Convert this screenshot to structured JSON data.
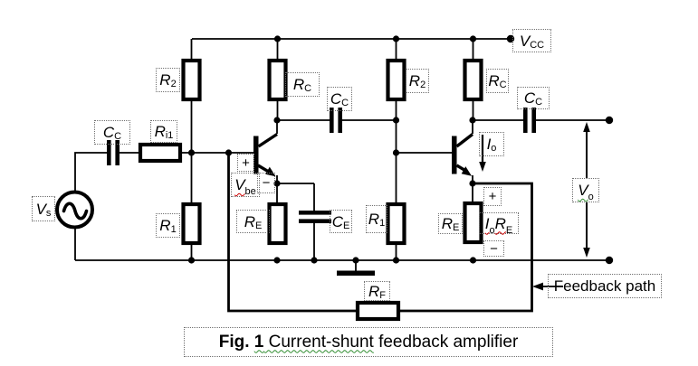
{
  "colors": {
    "ink": "#000000",
    "label_box_dots": "#707070",
    "squiggle_red": "#cc0000",
    "squiggle_green": "#2e8b2e"
  },
  "supply": {
    "vcc": {
      "main": "V",
      "sub": "CC"
    }
  },
  "source": {
    "vs": {
      "main": "V",
      "sub": "s"
    }
  },
  "components": {
    "cc_input": {
      "main": "C",
      "sub": "C"
    },
    "ri1": {
      "main": "R",
      "sub": "i1"
    },
    "r2_stage1": {
      "main": "R",
      "sub": "2"
    },
    "rc_stage1": {
      "main": "R",
      "sub": "C"
    },
    "cc_interstage": {
      "main": "C",
      "sub": "C"
    },
    "r2_stage2": {
      "main": "R",
      "sub": "2"
    },
    "rc_stage2": {
      "main": "R",
      "sub": "C"
    },
    "cc_output": {
      "main": "C",
      "sub": "C"
    },
    "r1_stage1": {
      "main": "R",
      "sub": "1"
    },
    "re_stage1": {
      "main": "R",
      "sub": "E"
    },
    "ce_bypass": {
      "main": "C",
      "sub": "E"
    },
    "r1_stage2": {
      "main": "R",
      "sub": "1"
    },
    "re_stage2": {
      "main": "R",
      "sub": "E"
    },
    "rf_feedback": {
      "main": "R",
      "sub": "F"
    }
  },
  "signals": {
    "vbe": {
      "main": "V",
      "sub": "be"
    },
    "io": {
      "main": "I",
      "sub": "o"
    },
    "io_re": {
      "main": "I",
      "sub": "o",
      "main2": "R",
      "sub2": "E"
    },
    "vo": {
      "main": "V",
      "sub": "o"
    }
  },
  "polarity": {
    "q1_plus": "+",
    "q1_minus": "−",
    "q2_plus": "+",
    "q2_minus": "−"
  },
  "annotations": {
    "feedback_path": "Feedback path"
  },
  "caption": {
    "fig": "Fig.",
    "num": "1",
    "subject": " Current-shunt",
    "rest": " feedback amplifier"
  }
}
